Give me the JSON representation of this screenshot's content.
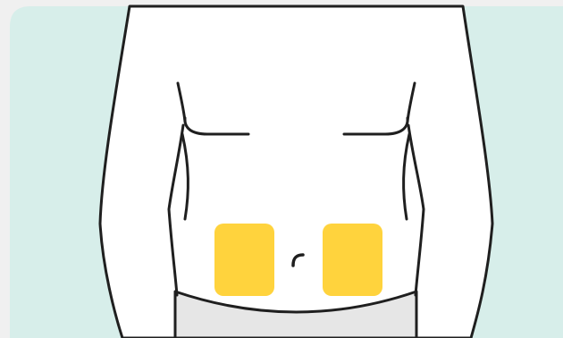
{
  "colors": {
    "page_background": "#f0f0f0",
    "panel_background": "#d7eeea",
    "skin": "#ffffff",
    "outline": "#1f1f1f",
    "waistband": "#e6e6e6",
    "patch": "#ffd33d"
  },
  "illustration": {
    "subject": "torso-front",
    "patches": [
      {
        "side": "left",
        "color": "#ffd33d"
      },
      {
        "side": "right",
        "color": "#ffd33d"
      }
    ]
  }
}
